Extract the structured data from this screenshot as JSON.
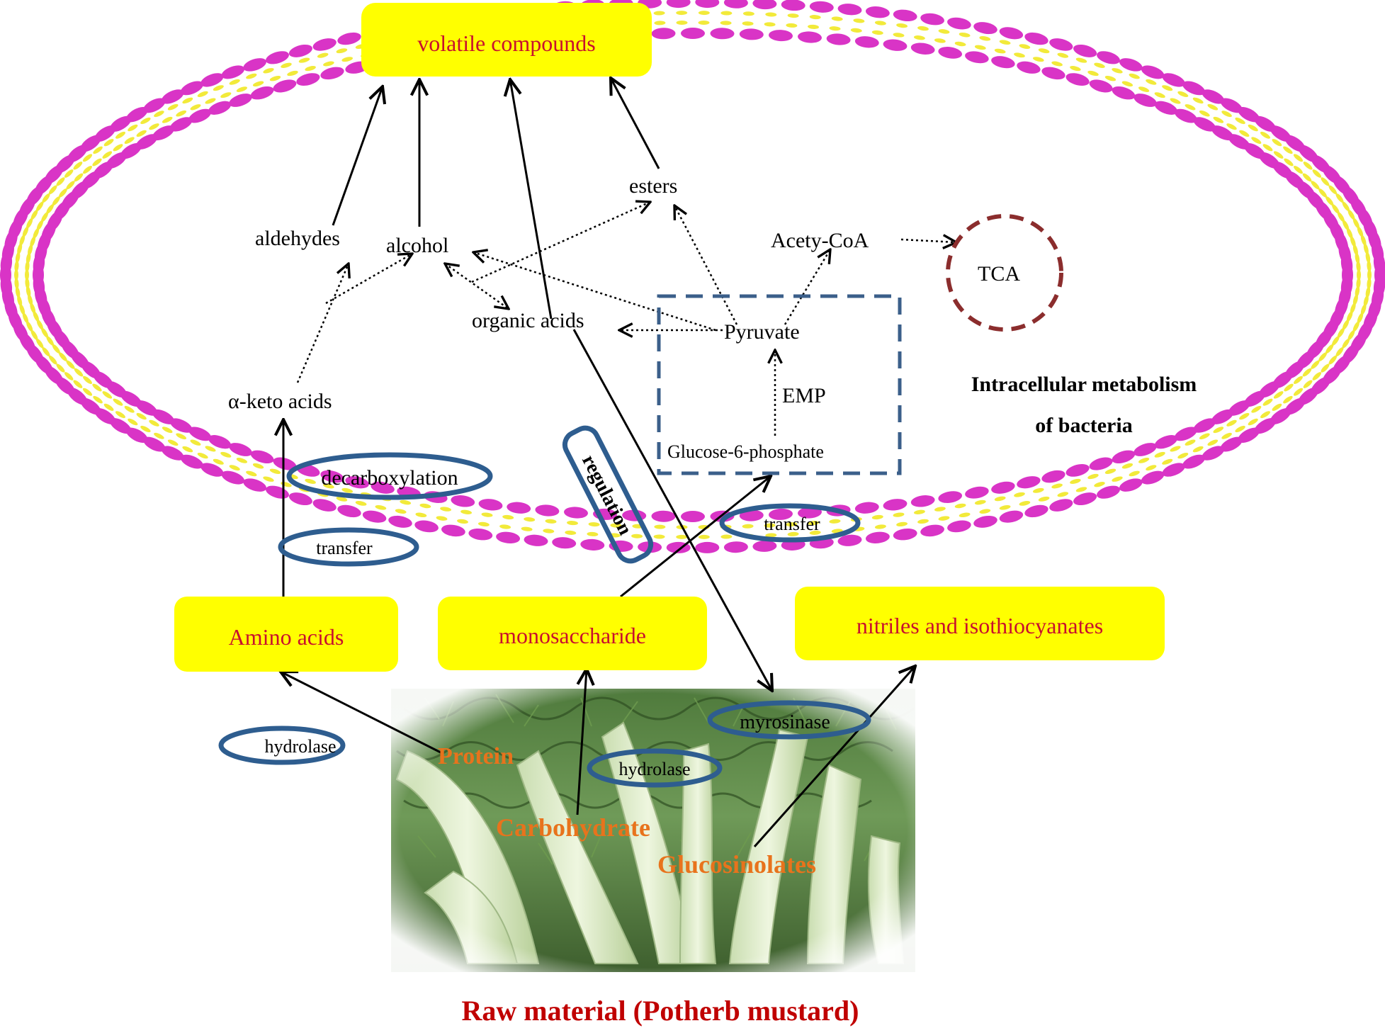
{
  "colors": {
    "membrane_head": "#d934c6",
    "membrane_tail": "#f2ea3a",
    "box_fill": "#ffff00",
    "box_text": "#c8102e",
    "enzyme_ellipse": "#2e5d8f",
    "dashed_box": "#3b5f8a",
    "tca_circle": "#8b2d2d",
    "raw_label": "#c00000",
    "substrate_label": "#e8731c",
    "arrow": "#000000"
  },
  "boxes": {
    "volatile": "volatile compounds",
    "amino_acids": "Amino acids",
    "monosaccharide": "monosaccharide",
    "nitriles": "nitriles and isothiocyanates"
  },
  "cell": {
    "title_line1": "Intracellular metabolism",
    "title_line2": "of bacteria",
    "esters": "esters",
    "aldehydes": "aldehydes",
    "alcohol": "alcohol",
    "acetyl_coa": "Acety-CoA",
    "tca": "TCA",
    "organic_acids": "organic acids",
    "pyruvate": "Pyruvate",
    "emp": "EMP",
    "keto_acids": "α-keto acids",
    "glucose6p": "Glucose-6-phosphate"
  },
  "enzymes": {
    "decarboxylation": "decarboxylation",
    "transfer_left": "transfer",
    "transfer_right": "transfer",
    "regulation": "regulation",
    "hydrolase_left": "hydrolase",
    "hydrolase_mid": "hydrolase",
    "myrosinase": "myrosinase"
  },
  "raw": {
    "protein": "Protein",
    "carbohydrate": "Carbohydrate",
    "glucosinolates": "Glucosinolates",
    "caption": "Raw material (Potherb mustard)"
  },
  "icons": {
    "membrane": "phospholipid-bilayer",
    "photo": "potherb-mustard-photo"
  }
}
